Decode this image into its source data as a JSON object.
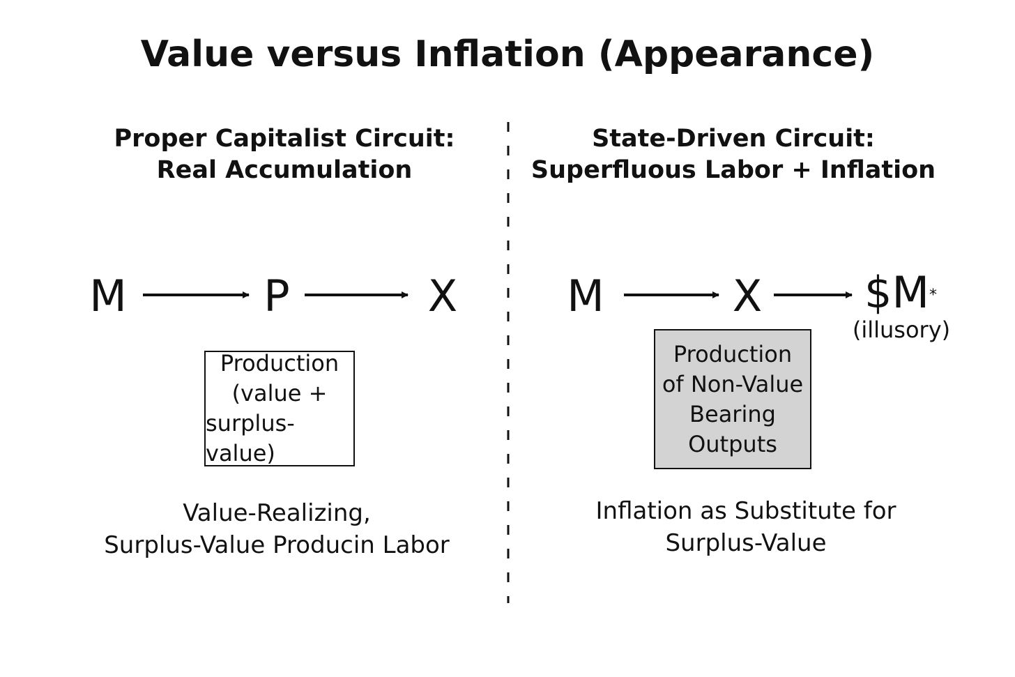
{
  "title": "Value versus Inflation (Appearance)",
  "left": {
    "heading": [
      "Proper Capitalist Circuit:",
      "Real Accumulation"
    ],
    "nodes": [
      "M",
      "P",
      "X"
    ],
    "box": [
      "Production",
      "(value +",
      "surplus-value)"
    ],
    "box_fill": "#ffffff",
    "caption": [
      "Value-Realizing,",
      "Surplus-Value Producin Labor"
    ]
  },
  "right": {
    "heading": [
      "State-Driven Circuit:",
      "Superfluous Labor + Inflation"
    ],
    "nodes": [
      "M",
      "X",
      "$M"
    ],
    "node_superscript": "*",
    "node_note": "(illusory)",
    "box": [
      "Production",
      "of Non-Value",
      "Bearing",
      "Outputs"
    ],
    "box_fill": "#d3d3d3",
    "caption": [
      "Inflation as Substitute for",
      "Surplus-Value"
    ]
  }
}
